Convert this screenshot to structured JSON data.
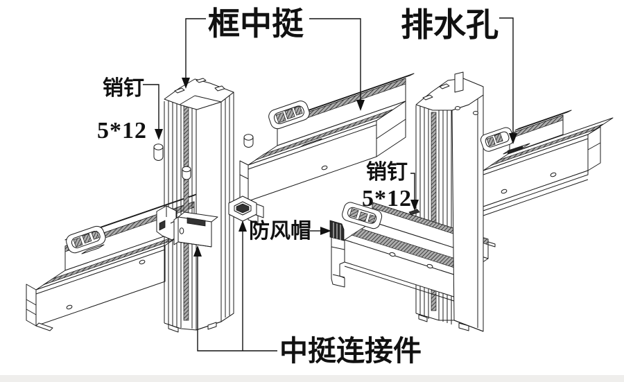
{
  "drawing": {
    "background": "#ffffff",
    "line_color": "#1a1a1a",
    "hatch_fill": "#adadad",
    "footer_strip_color": "#efeeec",
    "annotations": {
      "frame_mullion": {
        "label": "框中挺"
      },
      "drain_hole": {
        "label": "排水孔"
      },
      "pin_left": {
        "label_line1": "销钉",
        "label_line2": "5*12"
      },
      "pin_right": {
        "label_line1": "销钉",
        "label_line2": "5*12"
      },
      "wind_cap": {
        "label": "防风帽"
      },
      "mullion_connector": {
        "label": "中挺连接件"
      }
    }
  }
}
